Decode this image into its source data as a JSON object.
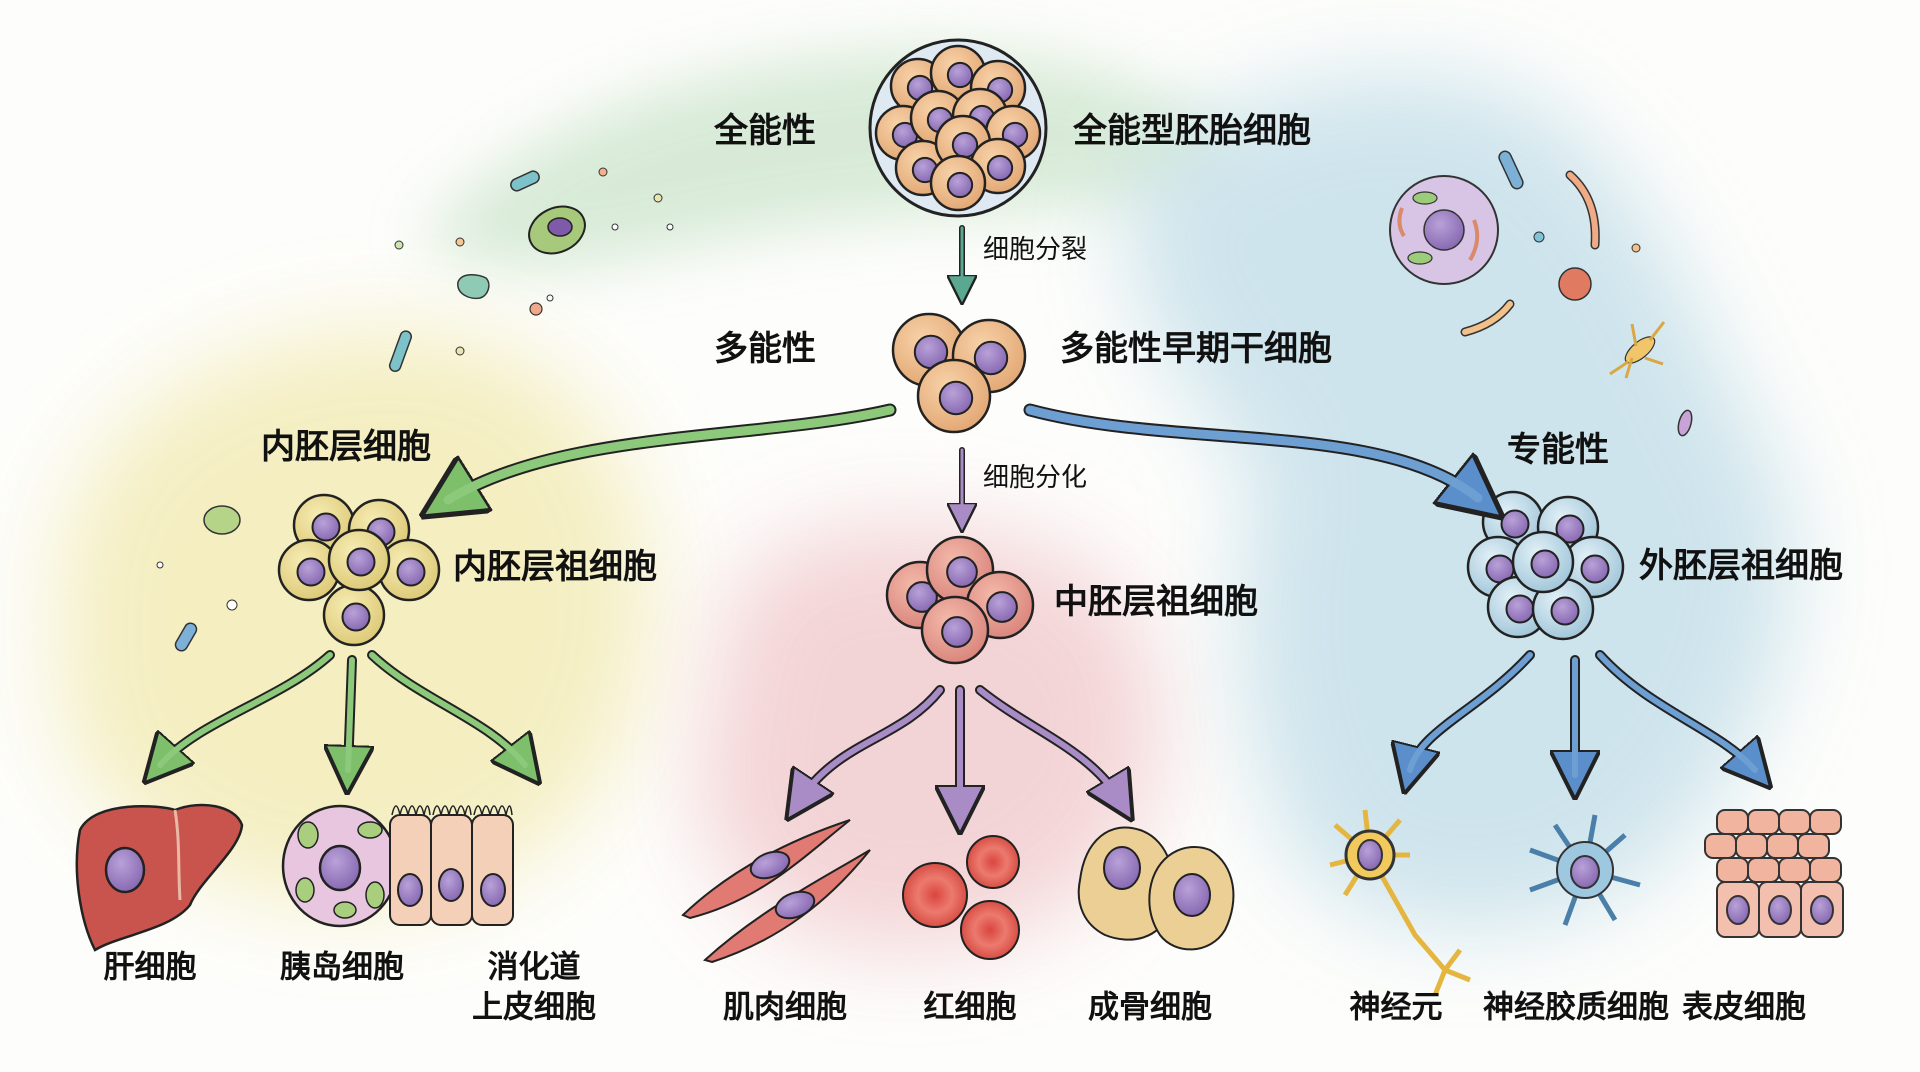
{
  "title": "干细胞分化示意图",
  "colors": {
    "endoderm": "#7dbf6a",
    "mesoderm": "#9b7bb8",
    "ectoderm": "#4f86c6",
    "division_arrow": "#5aa88f",
    "nucleus": "#8e6bb5",
    "wash_green": "#d7ead6",
    "wash_yellow": "#f5efc2",
    "wash_red": "#f3d4d6",
    "wash_blue": "#cfe5ee"
  },
  "levels": {
    "totipotent": {
      "potency_label": "全能性",
      "cell_label": "全能型胚胎细胞"
    },
    "pluripotent": {
      "potency_label": "多能性",
      "cell_label": "多能性早期干细胞"
    },
    "multipotent": {
      "potency_label": "专能性"
    }
  },
  "processes": {
    "division": "细胞分裂",
    "differentiation": "细胞分化"
  },
  "germ_layers": {
    "endoderm": {
      "layer_label": "内胚层细胞",
      "progenitor_label": "内胚层祖细胞",
      "cells": [
        {
          "label": "肝细胞",
          "icon": "liver-cell-icon"
        },
        {
          "label": "胰岛细胞",
          "icon": "islet-cell-icon"
        },
        {
          "label": "消化道",
          "label2": "上皮细胞",
          "icon": "gut-epithelial-cell-icon"
        }
      ]
    },
    "mesoderm": {
      "progenitor_label": "中胚层祖细胞",
      "cells": [
        {
          "label": "肌肉细胞",
          "icon": "muscle-cell-icon"
        },
        {
          "label": "红细胞",
          "icon": "red-blood-cell-icon"
        },
        {
          "label": "成骨细胞",
          "icon": "osteoblast-icon"
        }
      ]
    },
    "ectoderm": {
      "progenitor_label": "外胚层祖细胞",
      "cells": [
        {
          "label": "神经元",
          "icon": "neuron-icon"
        },
        {
          "label": "神经胶质细胞",
          "icon": "glial-cell-icon"
        },
        {
          "label": "表皮细胞",
          "icon": "epidermal-cell-icon"
        }
      ]
    }
  }
}
